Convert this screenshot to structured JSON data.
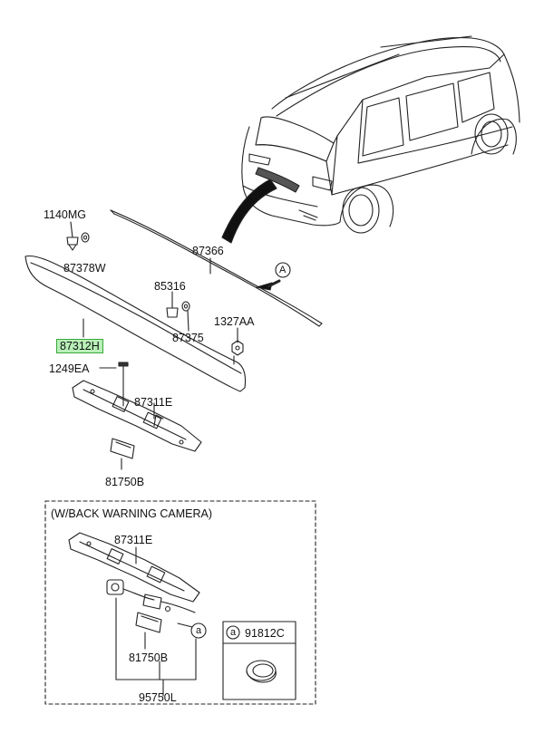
{
  "labels": {
    "p1140MG": "1140MG",
    "p87378W": "87378W",
    "p87366": "87366",
    "p85316": "85316",
    "p87375": "87375",
    "p1327AA": "1327AA",
    "p87312H": "87312H",
    "p1249EA": "1249EA",
    "p87311E": "87311E",
    "p81750B": "81750B",
    "viewA": "A",
    "boxTitle": "(W/BACK WARNING CAMERA)",
    "box87311E": "87311E",
    "box81750B": "81750B",
    "box95750L": "95750L",
    "refA": "a",
    "legendA": "a",
    "p91812C": "91812C"
  },
  "highlighted_part": "87312H",
  "colors": {
    "highlight_fill": "#b8f0b8",
    "highlight_border": "#3aa83a",
    "line": "#222222"
  }
}
